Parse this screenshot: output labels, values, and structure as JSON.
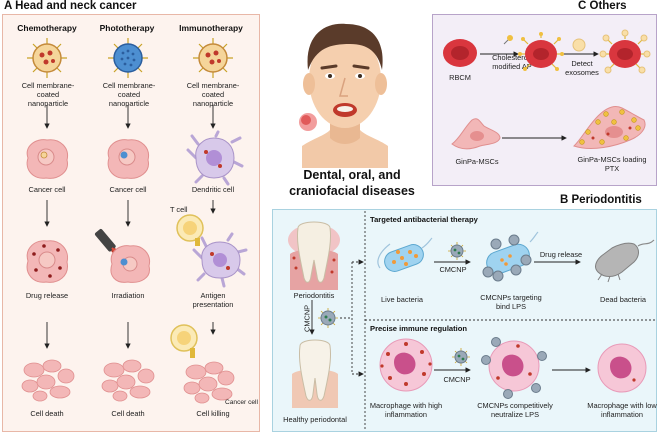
{
  "panels": {
    "a": {
      "title": "A  Head and neck cancer",
      "columns": [
        "Chemotherapy",
        "Phototherapy",
        "Immunotherapy"
      ],
      "labels": {
        "chemo_np": "Cell membrane-coated nanoparticle",
        "photo_np": "Cell membrane-coated nanoparticle",
        "immuno_np": "Cell membrane-coated nanoparticle",
        "cancer_cell_1": "Cancer cell",
        "cancer_cell_2": "Cancer cell",
        "dendritic_cell": "Dendritic cell",
        "t_cell": "T cell",
        "drug_release": "Drug release",
        "irradiation": "Irradiation",
        "antigen": "Antigen presentation",
        "cancer_cell_small": "Cancer cell",
        "cell_death_1": "Cell death",
        "cell_death_2": "Cell death",
        "cell_killing": "Cell killing"
      }
    },
    "center": {
      "title": "Dental, oral, and craniofacial diseases"
    },
    "c": {
      "title": "C  Others",
      "labels": {
        "rbcm": "RBCM",
        "cholesterol": "Cholesterol-modified AP",
        "detect": "Detect exosomes",
        "ginpa": "GinPa-MSCs",
        "ginpa_ptx": "GinPa-MSCs loading PTX"
      }
    },
    "b": {
      "title": "B  Periodontitis",
      "labels": {
        "targeted": "Targeted antibacterial therapy",
        "precise": "Precise immune regulation",
        "periodontitis": "Periodontitis",
        "cmcnp_vertical": "CMCNP",
        "healthy": "Healthy periodontal",
        "live_bacteria": "Live bacteria",
        "cmcnp_1": "CMCNP",
        "cmcnps_targeting": "CMCNPs targeting bind LPS",
        "drug_release": "Drug release",
        "dead_bacteria": "Dead bacteria",
        "macrophage_high": "Macrophage with high inflammation",
        "cmcnp_2": "CMCNP",
        "cmcnps_compet": "CMCNPs competitively neutralize LPS",
        "macrophage_low": "Macrophage with low inflammation"
      }
    }
  },
  "colors": {
    "panel_a_bg": "#fdf3ee",
    "panel_b_bg": "#eaf6fa",
    "panel_c_bg": "#f3eef7",
    "cell_pink": "#f3b7b7",
    "rbc_red": "#d9363e",
    "bacteria_blue": "#9fd3f0"
  }
}
